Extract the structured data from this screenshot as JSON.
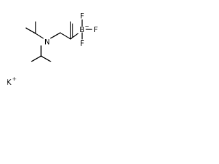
{
  "structure": {
    "atoms": {
      "nitrogen": "N",
      "boron": "B",
      "boron_charge": "−",
      "fluorine_top": "F",
      "fluorine_right": "F",
      "fluorine_bottom": "F",
      "potassium": "K",
      "potassium_charge": "+"
    }
  }
}
